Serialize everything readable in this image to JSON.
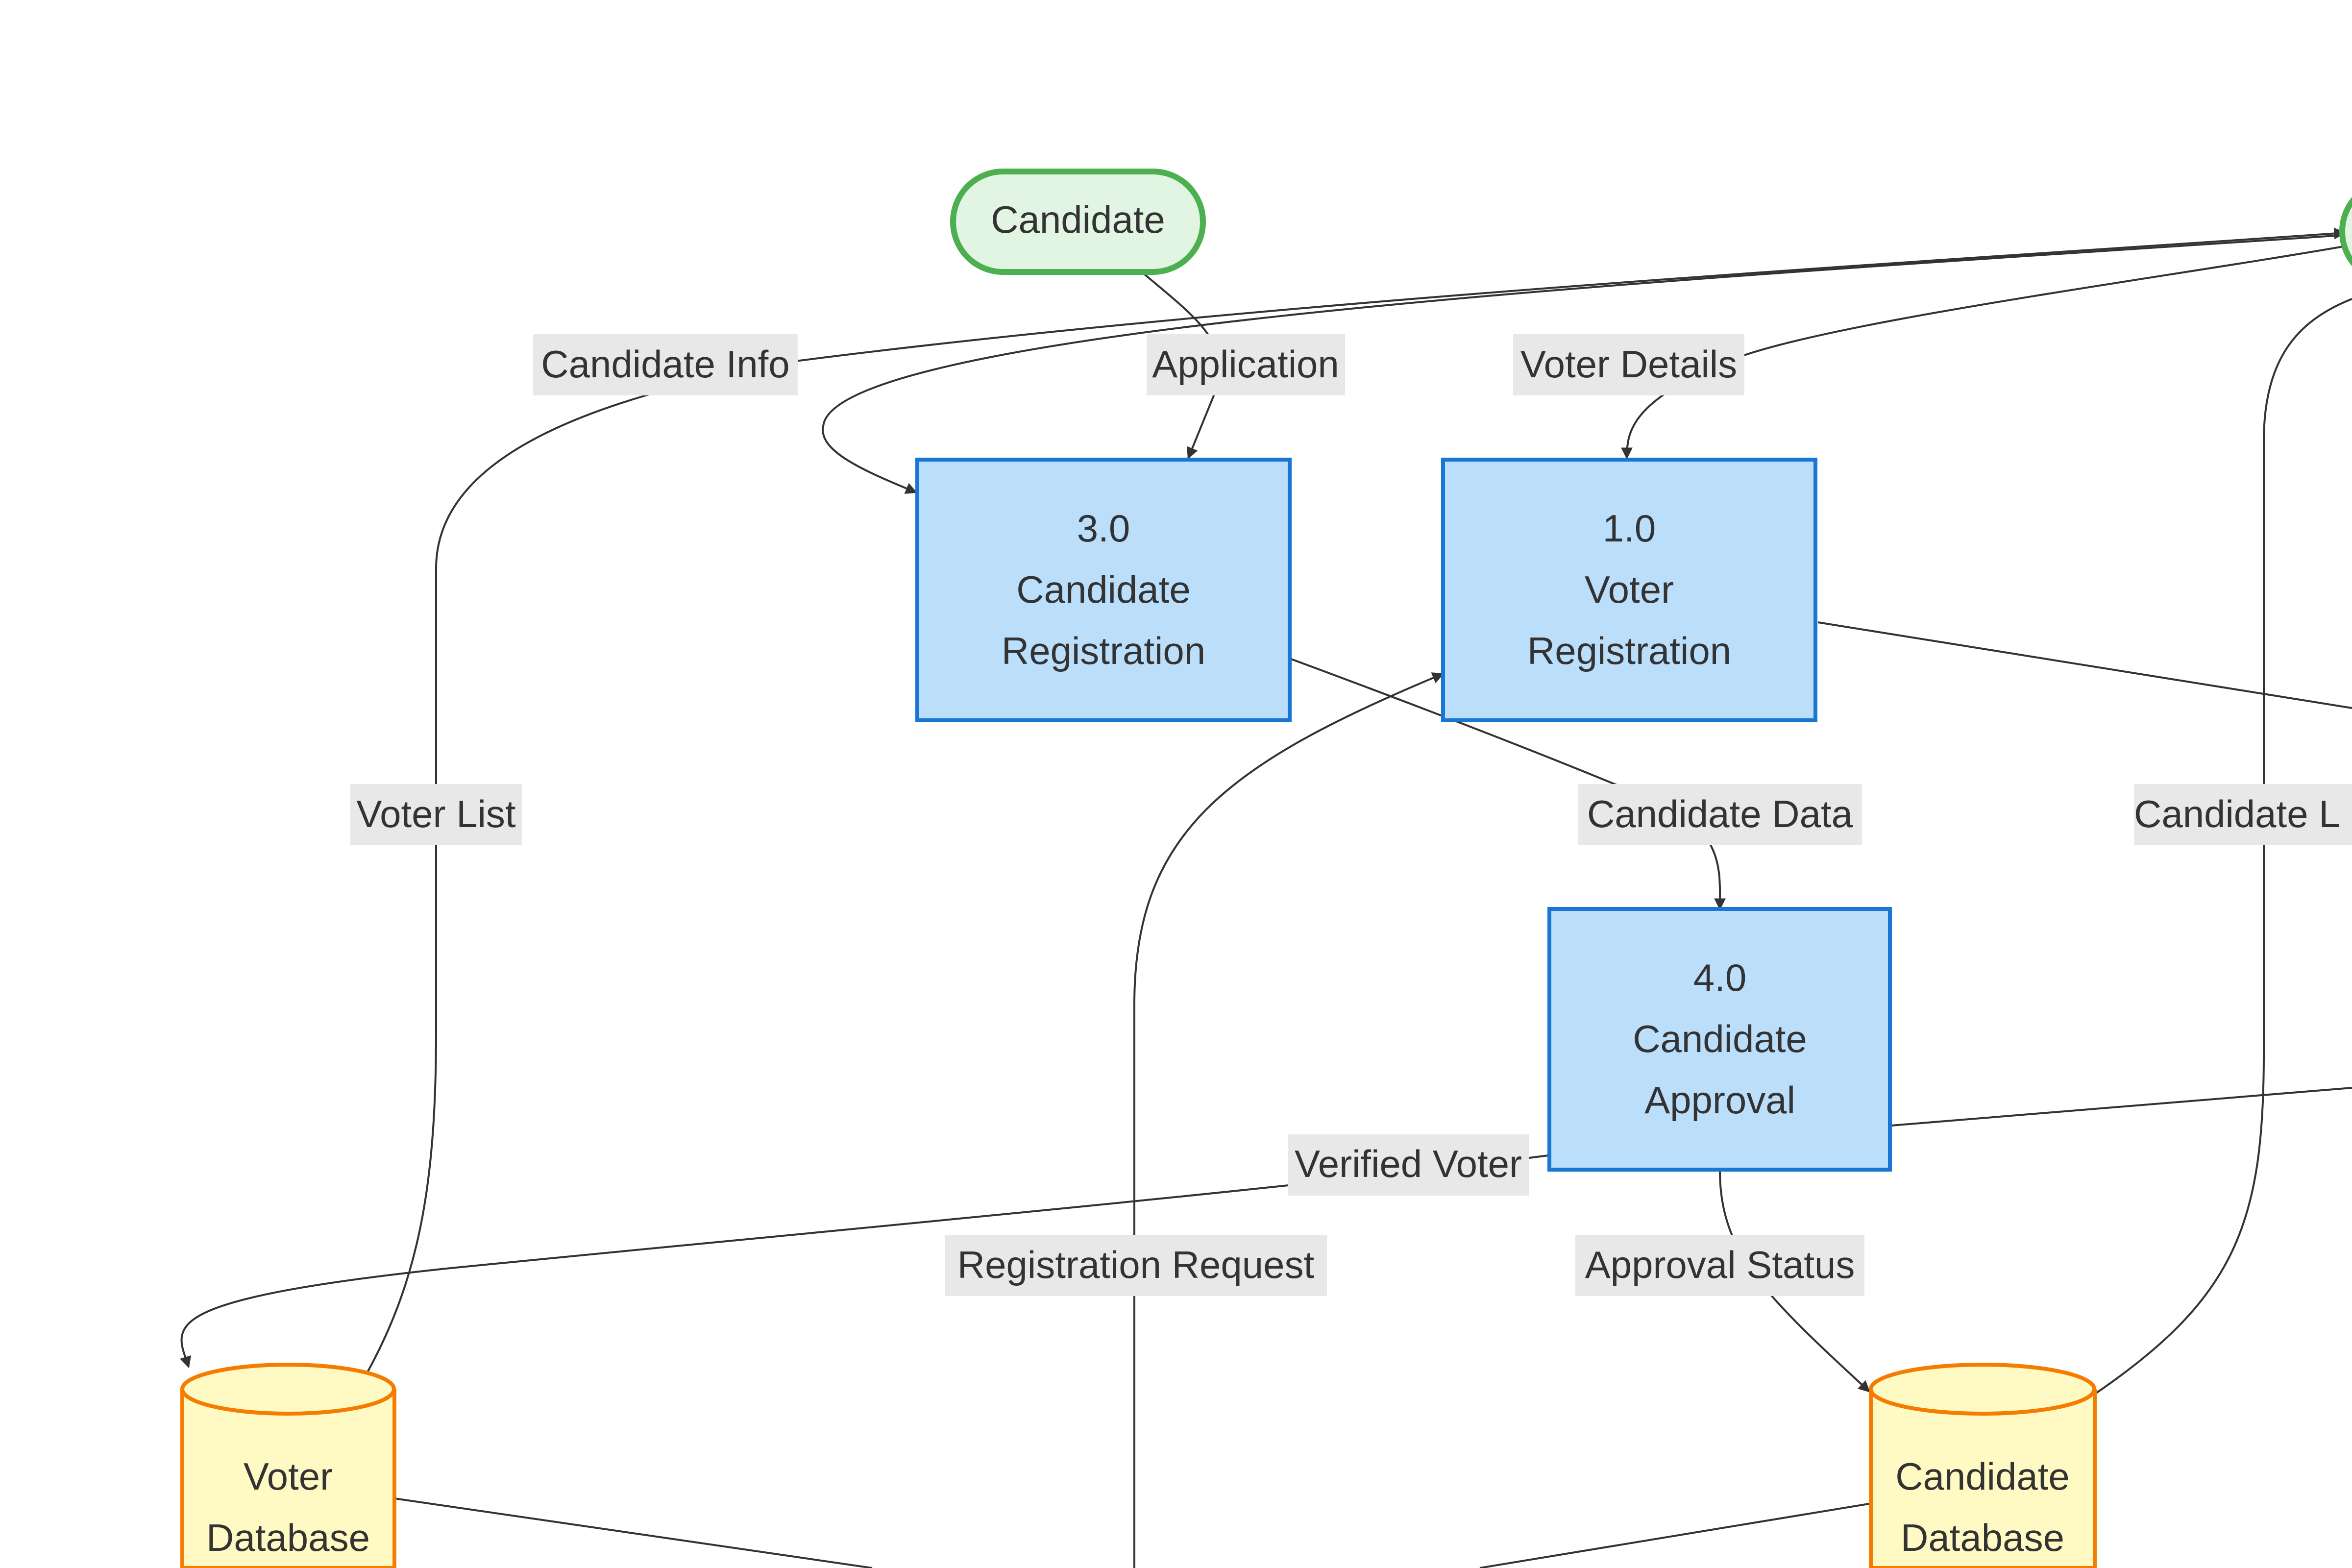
{
  "colors": {
    "process_fill": "#bbdefb",
    "process_stroke": "#1976d2",
    "store_fill": "#fff9c4",
    "store_stroke": "#f57c00",
    "entity_fill": "#e2f4e2",
    "entity_stroke": "#4caf50",
    "edge": "#333333",
    "label_bg": "#e8e8e8",
    "text": "#333333"
  },
  "nodes": {
    "candidate_entity": {
      "label": "Candidate"
    },
    "p3": {
      "line1": "3.0",
      "line2": "Candidate",
      "line3": "Registration"
    },
    "p1": {
      "line1": "1.0",
      "line2": "Voter",
      "line3": "Registration"
    },
    "p4": {
      "line1": "4.0",
      "line2": "Candidate",
      "line3": "Approval"
    },
    "voter_db": {
      "line1": "Voter",
      "line2": "Database"
    },
    "candidate_db": {
      "line1": "Candidate",
      "line2": "Database"
    }
  },
  "edge_labels": {
    "candidate_info": "Candidate Info",
    "application": "Application",
    "voter_details": "Voter Details",
    "voter_list": "Voter List",
    "candidate_data": "Candidate Data",
    "candidate_list": "Candidate L",
    "verified_voter": "Verified Voter",
    "registration_request": "Registration Request",
    "approval_status": "Approval Status"
  }
}
